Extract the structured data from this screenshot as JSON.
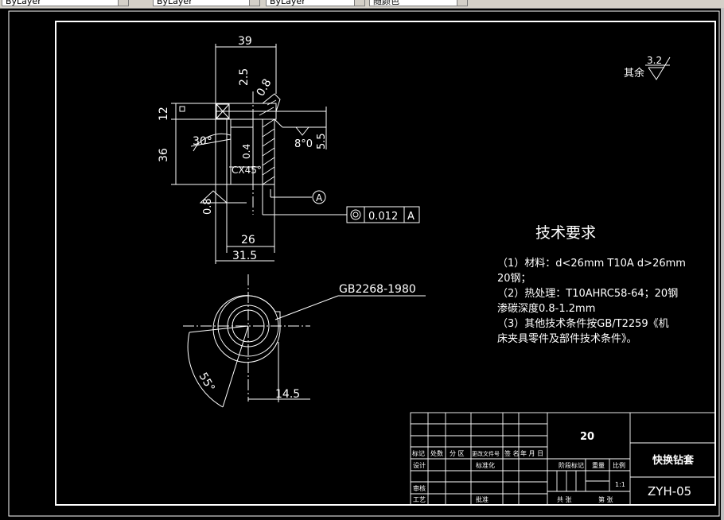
{
  "toolbar_tabs": [
    {
      "label": "ByLayer"
    },
    {
      "label": "ByLayer"
    },
    {
      "label": "ByLayer"
    },
    {
      "label": "随颜色"
    }
  ],
  "drawing": {
    "dims": {
      "d39": "39",
      "d2_5": "2.5",
      "d0_8_top": "0.8",
      "d12": "12",
      "d36": "36",
      "d30deg": "30°",
      "d0_4": "0.4",
      "dcx45": "CX45°",
      "d0_8_left": "0.8",
      "d8": "8°0",
      "d5_5": "5.5",
      "d26": "26",
      "d31_5": "31.5",
      "d55": "55°",
      "d14_5": "14.5"
    },
    "datum_label": "A",
    "tolerance": {
      "value": "0.012",
      "datum": "A"
    },
    "standard_ref": "GB2268-1980",
    "surface_rest": {
      "label": "其余",
      "value": "3.2"
    }
  },
  "tech_req": {
    "title": "技术要求",
    "lines": [
      "（1）材料：d<26mm T10A d>26mm",
      "20钢；",
      "（2）热处理：T10AHRC58-64；20钢",
      "渗碳深度0.8-1.2mm",
      "（3）其他技术条件按GB/T2259《机",
      "床夹具零件及部件技术条件》。"
    ]
  },
  "title_block": {
    "material": "20",
    "part_name": "快换钻套",
    "drawing_no": "ZYH-05",
    "scale": "1:1",
    "row_labels": [
      "标记",
      "处数",
      "分 区",
      "更改文件号",
      "签 名",
      "年 月 日"
    ],
    "designer": "设计",
    "standardized": "标准化",
    "stage_mark": "阶段标记",
    "weight": "重量",
    "scale_label": "比例",
    "review": "审核",
    "process": "工艺",
    "approve": "批准",
    "sheets": "共 张",
    "sheet_no": "第 张"
  }
}
